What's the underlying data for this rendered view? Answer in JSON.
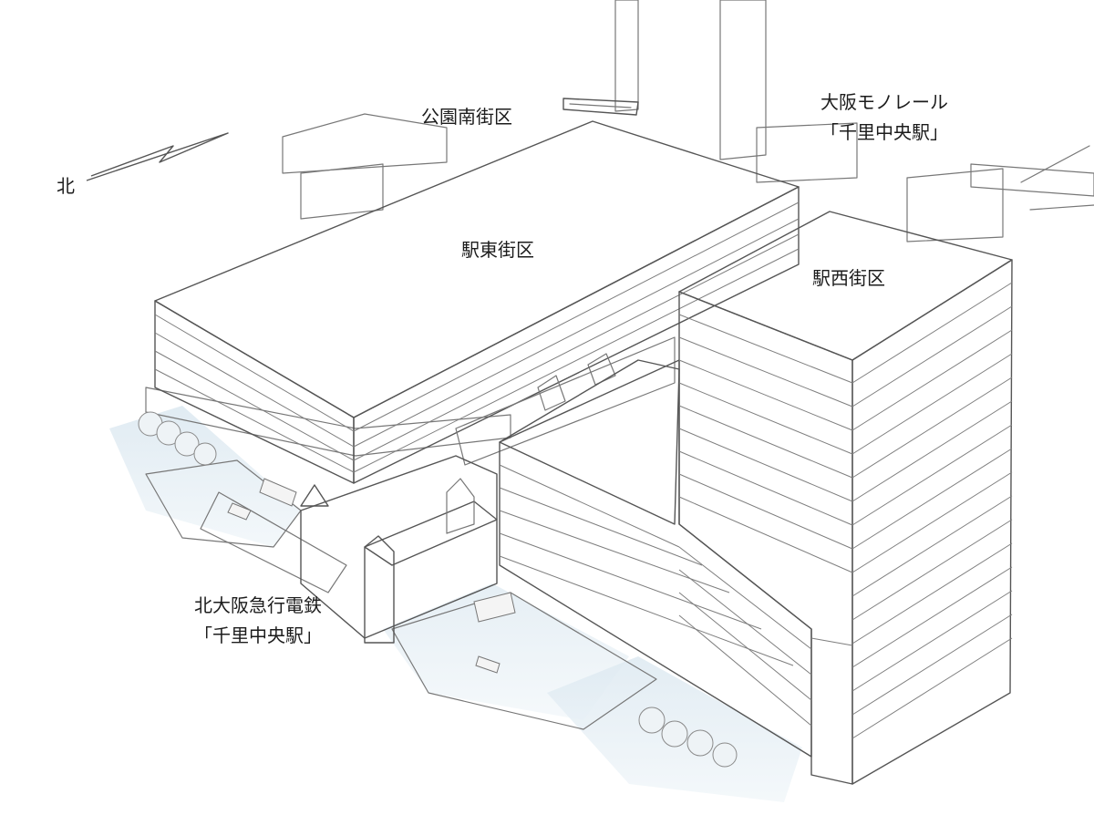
{
  "labels": {
    "north": "北",
    "park_south_block": "公園南街区",
    "station_east_block": "駅東街区",
    "station_west_block": "駅西街区",
    "osaka_monorail": {
      "line1": "大阪モノレール",
      "line2": "「千里中央駅」"
    },
    "kitakyu": {
      "line1": "北大阪急行電鉄",
      "line2": "「千里中央駅」"
    }
  },
  "colors": {
    "paper": "#ffffff",
    "pencil": "#777777",
    "facade_glow": "#f4e48a",
    "roof": "#f3f3f3",
    "shadow_blue": "#cfe0ea",
    "text": "#1c1c1c"
  },
  "icons": {
    "north_arrow": "north-arrow-icon"
  }
}
